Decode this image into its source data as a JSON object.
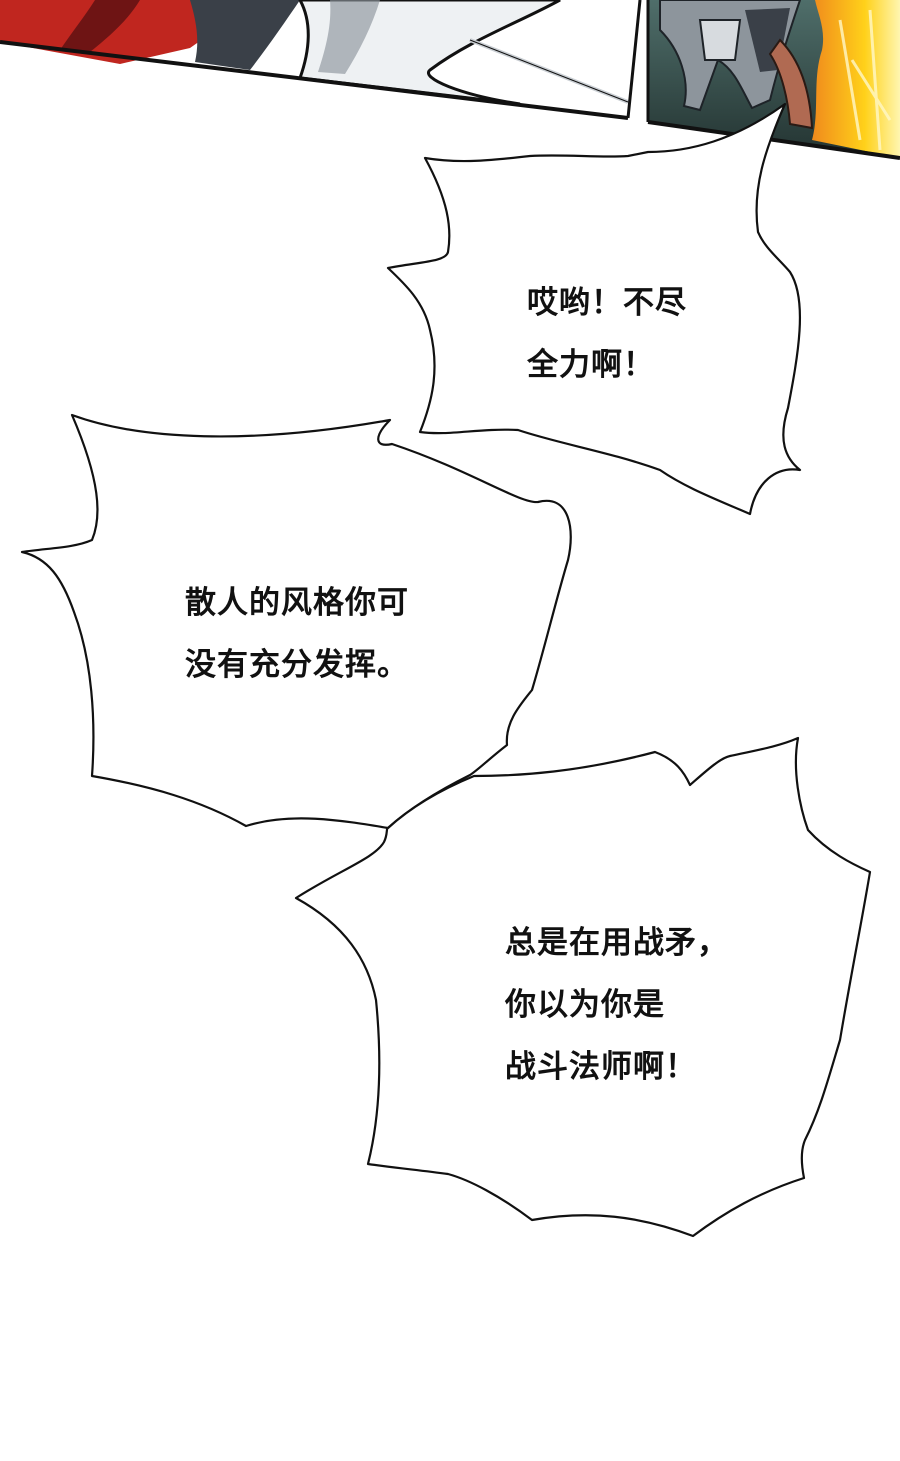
{
  "panel": {
    "background": "#ffffff",
    "ink": "#111111"
  },
  "art_top": {
    "icon": "action-scene-illustration",
    "colors": {
      "red_cloth": "#c0261f",
      "dark_red": "#6e1414",
      "white_robe": "#eef1f3",
      "shadow_gray": "#8d959c",
      "dark_armor": "#3a4048",
      "teal_background": "#4f6e6a",
      "flame_yellow": "#ffd11a",
      "flame_orange": "#f08a1c"
    }
  },
  "bubbles": [
    {
      "lines": [
        "哎哟！不尽",
        "全力啊！"
      ]
    },
    {
      "lines": [
        "散人的风格你可",
        "没有充分发挥。"
      ]
    },
    {
      "lines": [
        "总是在用战矛，",
        "你以为你是",
        "战斗法师啊！"
      ]
    }
  ]
}
